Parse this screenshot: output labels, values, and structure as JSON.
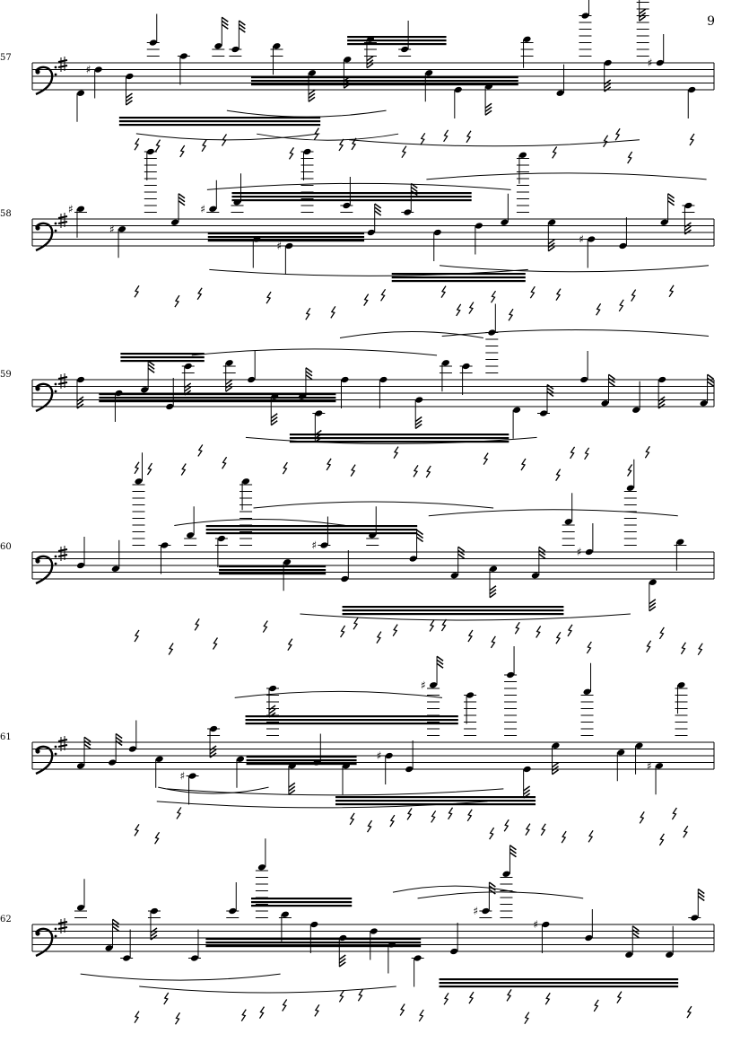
{
  "page": {
    "number": "9"
  },
  "clef": "bass",
  "systems": [
    {
      "measure": "57"
    },
    {
      "measure": "58"
    },
    {
      "measure": "59"
    },
    {
      "measure": "60"
    },
    {
      "measure": "61"
    },
    {
      "measure": "62"
    }
  ]
}
